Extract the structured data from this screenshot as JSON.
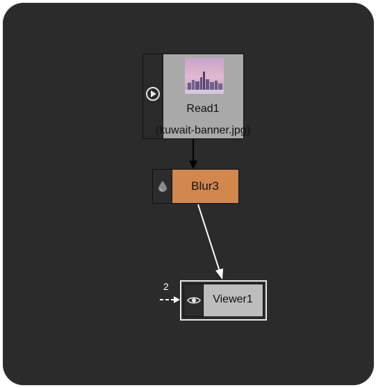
{
  "graph": {
    "read_node": {
      "title": "Read1",
      "file": "(kuwait-banner.jpg)",
      "icon": "play-icon"
    },
    "blur_node": {
      "title": "Blur3",
      "icon": "drop-icon",
      "color": "#d2874f"
    },
    "viewer_node": {
      "title": "Viewer1",
      "icon": "eye-icon",
      "input_number": "2"
    },
    "colors": {
      "canvas": "#2b2b2b",
      "read_node": "#a9a9a9",
      "viewer_node": "#bdbdbd",
      "link_read_to_blur": "#000000",
      "link_blur_to_viewer": "#ffffff"
    }
  }
}
